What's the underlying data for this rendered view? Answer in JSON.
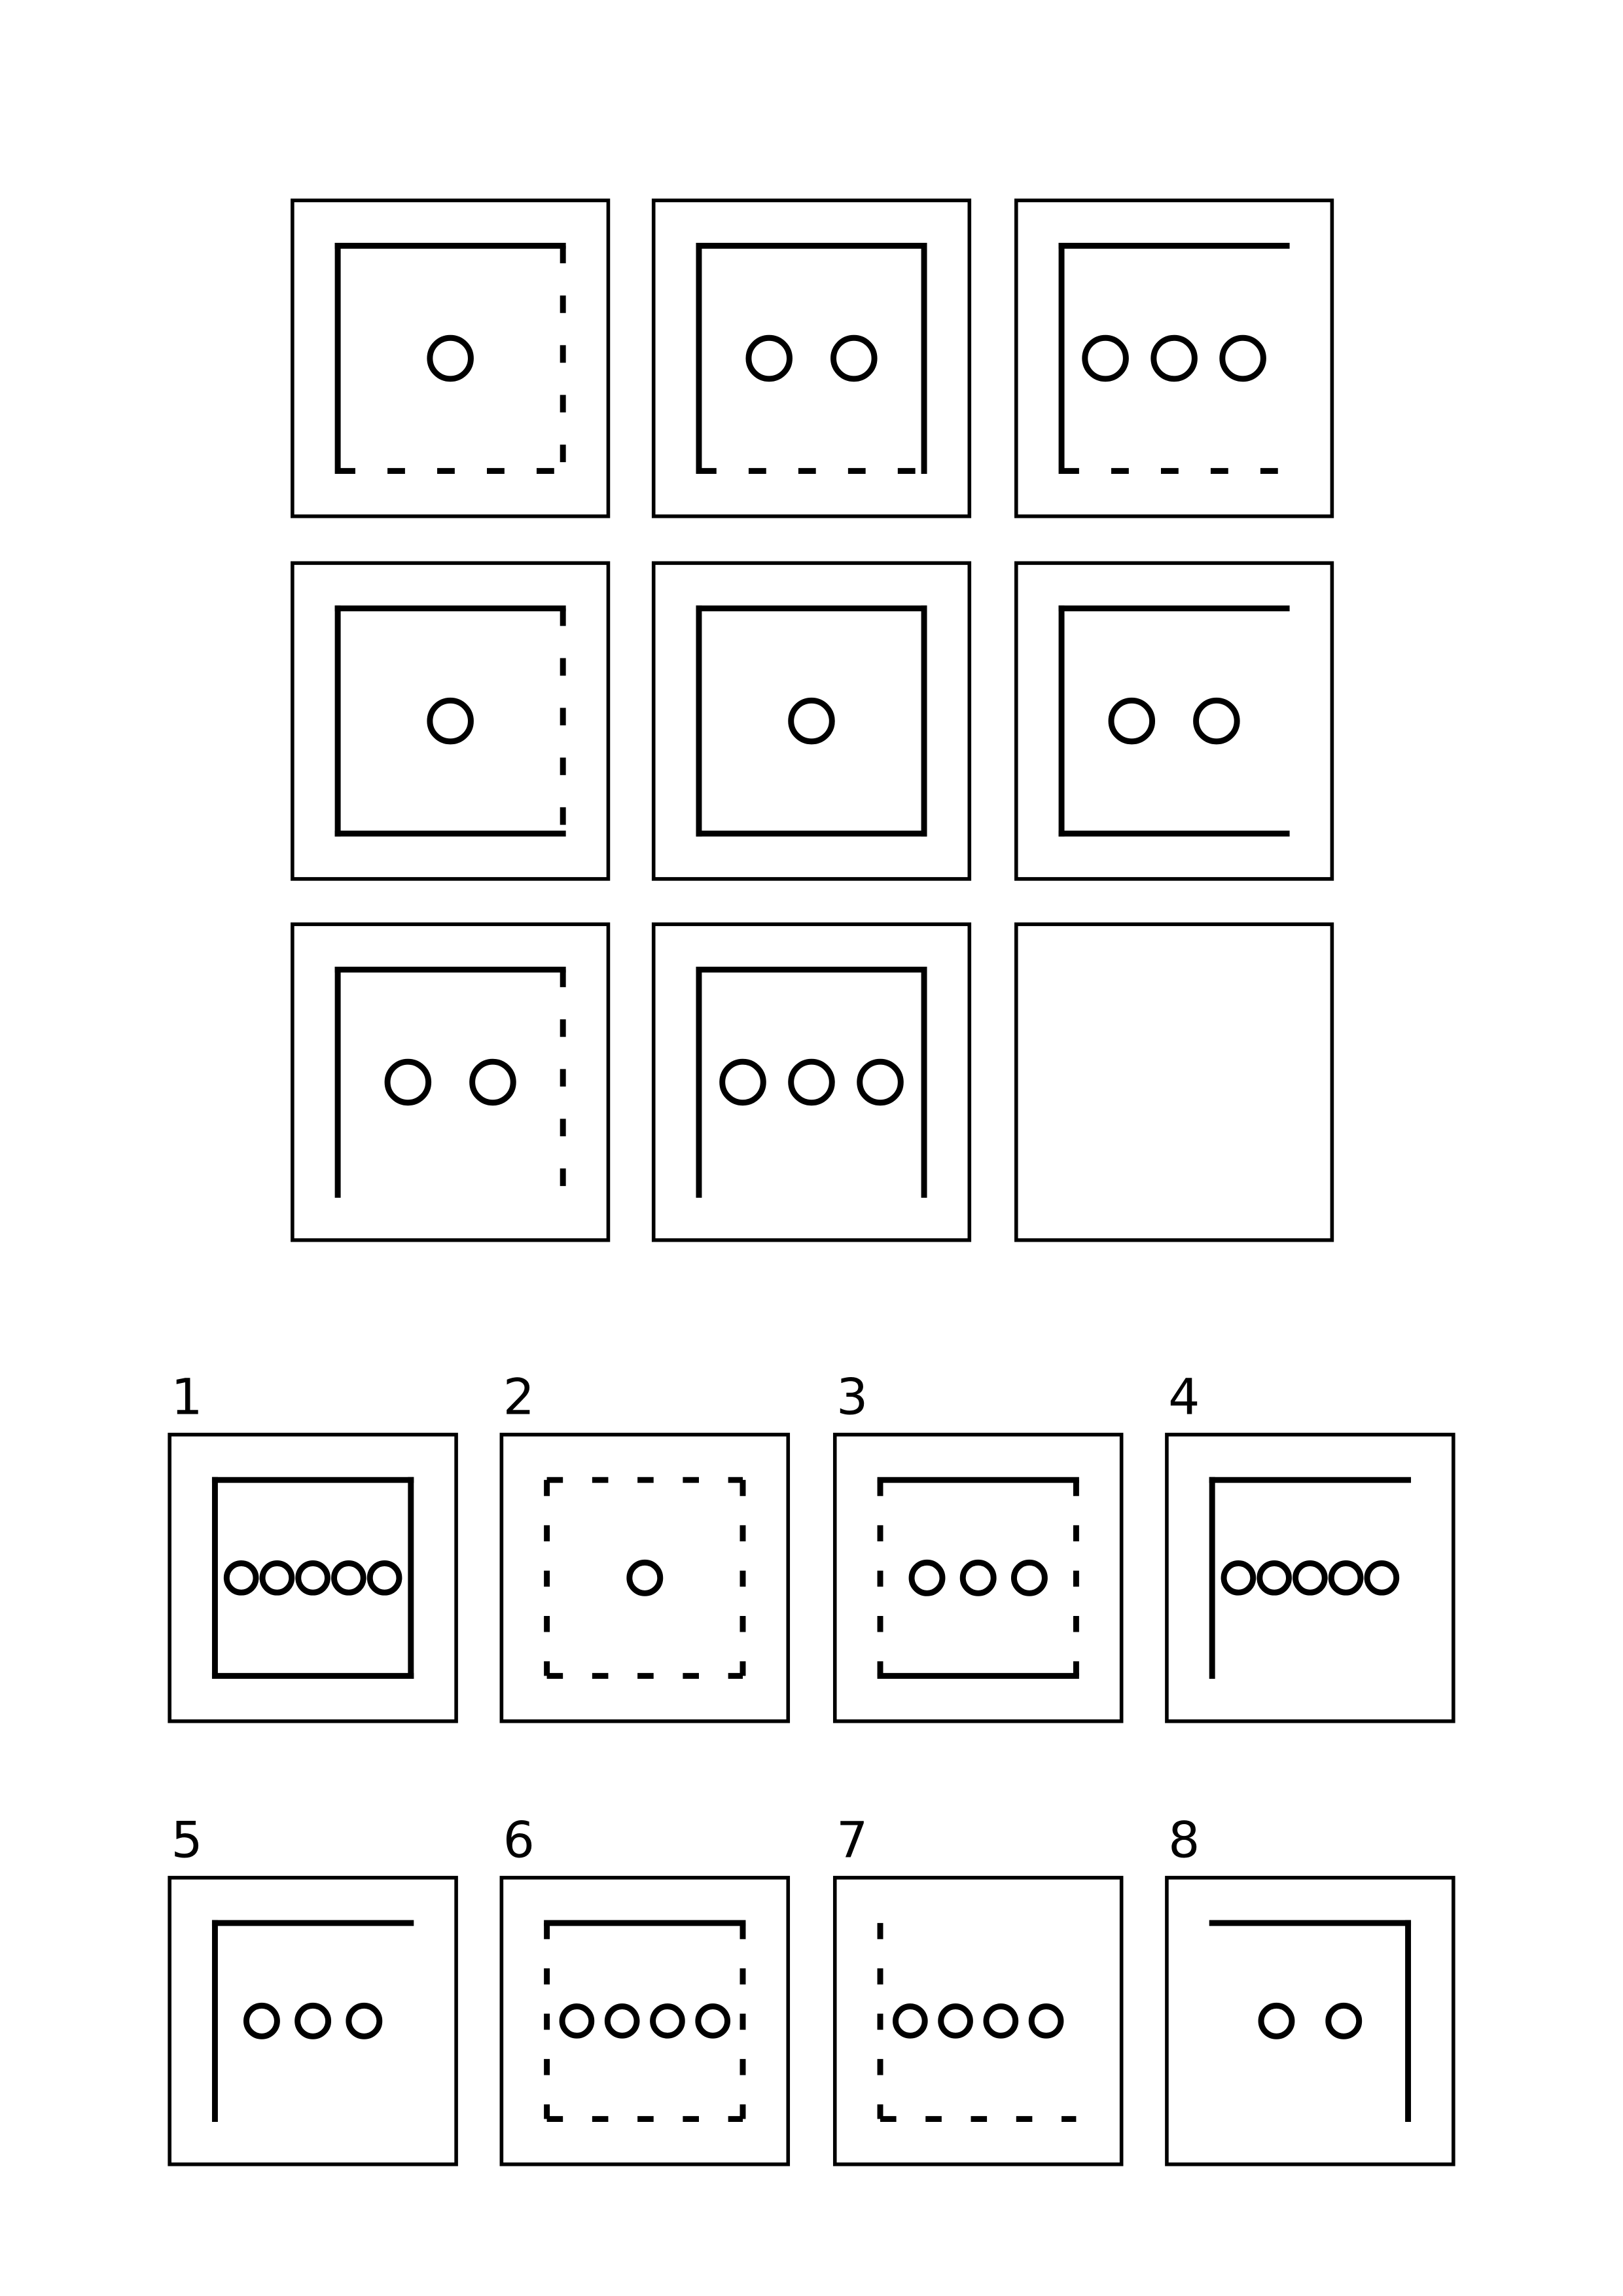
{
  "colors": {
    "ink": "#000000",
    "background": "#ffffff"
  },
  "puzzle": {
    "cells": [
      {
        "sides": {
          "top": "solid",
          "right": "dashed",
          "bottom": "dashed",
          "left": "solid"
        },
        "circles": 1
      },
      {
        "sides": {
          "top": "solid",
          "right": "solid",
          "bottom": "dashed",
          "left": "solid"
        },
        "circles": 2
      },
      {
        "sides": {
          "top": "solid",
          "right": "none",
          "bottom": "dashed",
          "left": "solid"
        },
        "circles": 3
      },
      {
        "sides": {
          "top": "solid",
          "right": "dashed",
          "bottom": "solid",
          "left": "solid"
        },
        "circles": 1
      },
      {
        "sides": {
          "top": "solid",
          "right": "solid",
          "bottom": "solid",
          "left": "solid"
        },
        "circles": 1
      },
      {
        "sides": {
          "top": "solid",
          "right": "none",
          "bottom": "solid",
          "left": "solid"
        },
        "circles": 2
      },
      {
        "sides": {
          "top": "solid",
          "right": "dashed",
          "bottom": "none",
          "left": "solid"
        },
        "circles": 2
      },
      {
        "sides": {
          "top": "solid",
          "right": "solid",
          "bottom": "none",
          "left": "solid"
        },
        "circles": 3
      },
      {
        "missing": true
      }
    ]
  },
  "options": [
    {
      "label": "1",
      "sides": {
        "top": "solid",
        "right": "solid",
        "bottom": "solid",
        "left": "solid"
      },
      "circles": 5
    },
    {
      "label": "2",
      "sides": {
        "top": "dashed",
        "right": "dashed",
        "bottom": "dashed",
        "left": "dashed"
      },
      "circles": 1
    },
    {
      "label": "3",
      "sides": {
        "top": "solid",
        "right": "dashed",
        "bottom": "solid",
        "left": "dashed"
      },
      "circles": 3
    },
    {
      "label": "4",
      "sides": {
        "top": "solid",
        "right": "none",
        "bottom": "none",
        "left": "solid"
      },
      "circles": 5
    },
    {
      "label": "5",
      "sides": {
        "top": "solid",
        "right": "none",
        "bottom": "none",
        "left": "solid"
      },
      "circles": 3
    },
    {
      "label": "6",
      "sides": {
        "top": "solid",
        "right": "dashed",
        "bottom": "dashed",
        "left": "dashed"
      },
      "circles": 4
    },
    {
      "label": "7",
      "sides": {
        "top": "none",
        "right": "none",
        "bottom": "dashed",
        "left": "dashed"
      },
      "circles": 4
    },
    {
      "label": "8",
      "sides": {
        "top": "solid",
        "right": "solid",
        "bottom": "none",
        "left": "none"
      },
      "circles": 2
    }
  ]
}
